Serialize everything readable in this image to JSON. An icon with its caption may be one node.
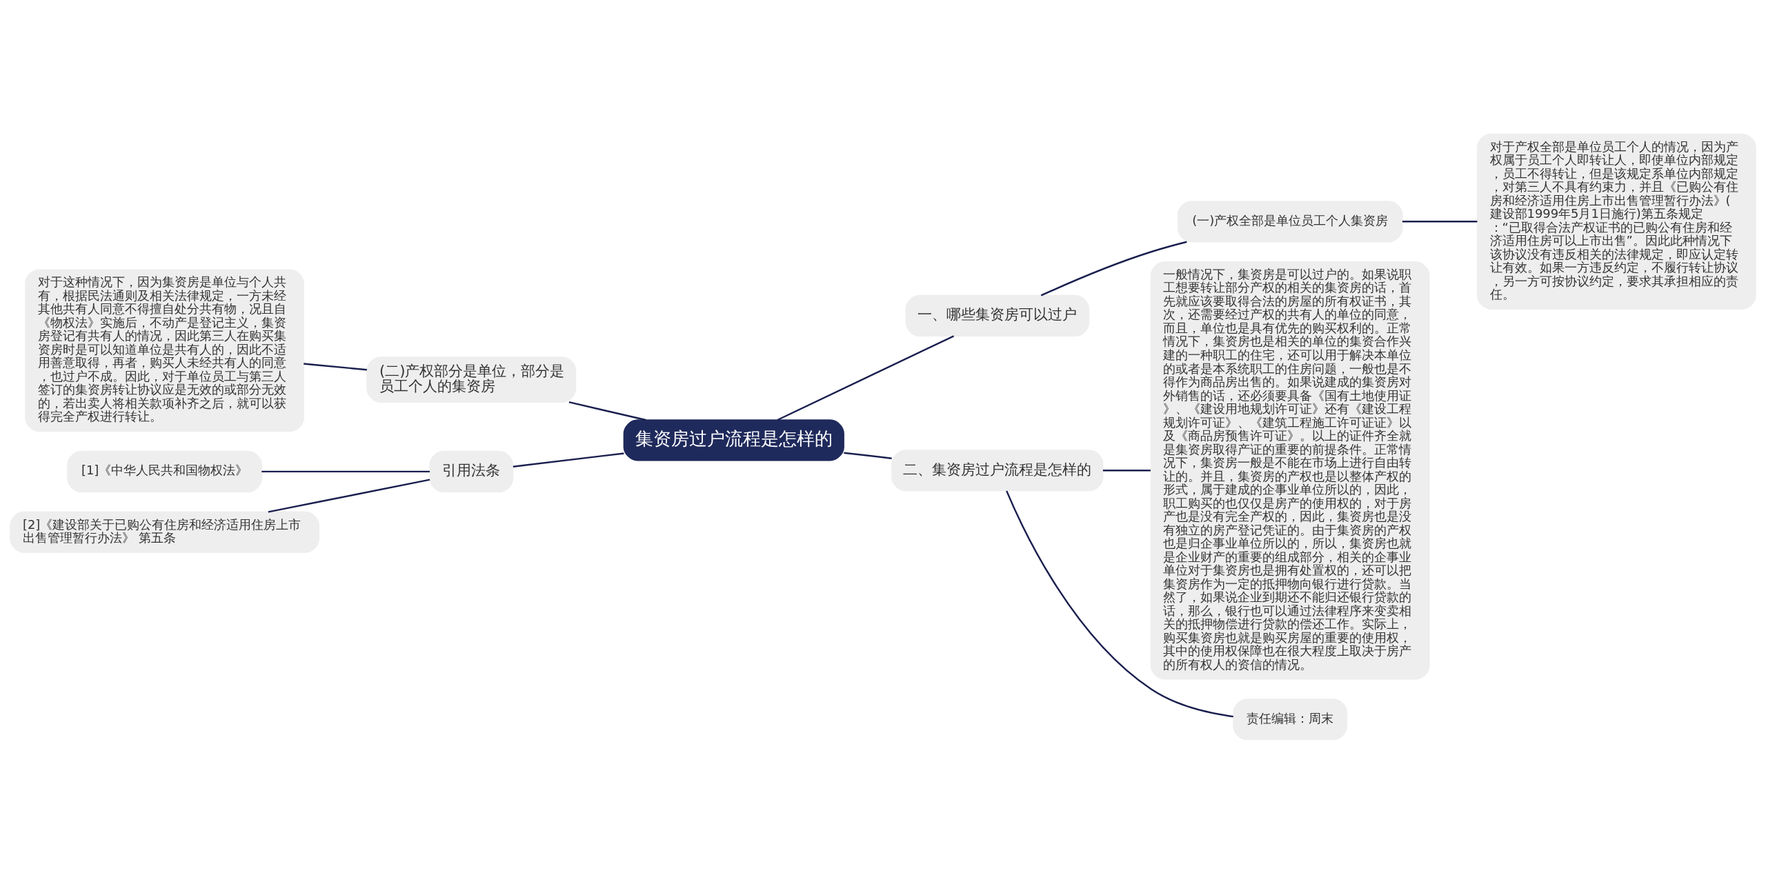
{
  "diagram": {
    "nodes": [
      {
        "text": [
          "集资房过户流程是怎样的"
        ]
      },
      {
        "text": [
          "一、哪些集资房可以过户"
        ]
      },
      {
        "text": [
          "(一)产权全部是单位员工个人集资房"
        ]
      },
      {
        "text": [
          "对于产权全部是单位员工个人的情况，因为产权属于员工个人即转让人，即使单位内部规定，员工不得转让，但是该规定系单位内部规定，对第三人不具有约束力，并且《已购公有住房和经济适用住房上市出售管理暂行办法》(建设部1999年5月1日施行)第五条规定：“已取得合法产权证书的已购公有住房和经济适用住房可以上市出售”。因此此种情况下该协议没有违反相关的法律规定，即应认定转让有效。如果一方违反约定，不履行转让协议，另一方可按协议约定，要求其承担相应的责任。"
        ]
      },
      {
        "text": [
          "二、集资房过户流程是怎样的"
        ]
      },
      {
        "text": [
          "一般情况下，集资房是可以过户的。如果说职工想要转让部分产权的相关的集资房的话，首先就应该要取得合法的房屋的所有权证书，其次，还需要经过产权的共有人的单位的同意，而且，单位也是具有优先的购买权利的。正常情况下，集资房也是相关的单位的集资合作兴建的一种职工的住宅，还可以用于解决本单位的或者是本系统职工的住房问题，一般也是不得作为商品房出售的。如果说建成的集资房对外销售的话，还必须要具备《国有土地使用证》、《建设用地规划许可证》还有《建设工程规划许可证》、《建筑工程施工许可证证》以及《商品房预售许可证》。以上的证件齐全就是集资房取得产证的重要的前提条件。正常情况下，集资房一般是不能在市场上进行自由转让的。并且，集资房的产权也是以整体产权的形式，属于建成的企事业单位所以的，因此，职工购买的也仅仅是房产的使用权的，对于房产也是没有完全产权的，因此，集资房也是没有独立的房产登记凭证的。由于集资房的产权也是归企事业单位所以的，所以，集资房也就是企业财产的重要的组成部分，相关的企事业单位对于集资房也是拥有处置权的，还可以把集资房作为一定的抵押物向银行进行贷款。当然了，如果说企业到期还不能归还银行贷款的话，那么，银行也可以通过法律程序来变卖相关的抵押物偿进行贷款的偿还工作。实际上，购买集资房也就是购买房屋的重要的使用权，其中的使用权保障也在很大程度上取决于房产的所有权人的资信的情况。"
        ]
      },
      {
        "text": [
          "责任编辑：周末"
        ]
      },
      {
        "text": [
          "(二)产权部分是单位，部分是员工个人的集资房"
        ]
      },
      {
        "text": [
          "对于这种情况下，因为集资房是单位与个人共有，根据民法通则及相关法律规定，一方未经其他共有人同意不得擅自处分共有物，况且自《物权法》实施后，不动产是登记主义，集资房登记有共有人的情况，因此第三人在购买集资房时是可以知道单位是共有人的，因此不适用善意取得，再者，购买人未经共有人的同意，也过户不成。因此，对于单位员工与第三人签订的集资房转让协议应是无效的或部分无效的，若出卖人将相关款项补齐之后，就可以获得完全产权进行转让。"
        ]
      },
      {
        "text": [
          "引用法条"
        ]
      },
      {
        "text": [
          "[1]《中华人民共和国物权法》"
        ]
      },
      {
        "text": [
          "[2]《建设部关于已购公有住房和经济适用住房上市出售管理暂行办法》 第五条"
        ]
      }
    ],
    "edges": [
      {
        "from": 0,
        "to": 1,
        "arrow": "none"
      },
      {
        "from": 1,
        "to": 2,
        "arrow": "none"
      },
      {
        "from": 2,
        "to": 3,
        "arrow": "none"
      },
      {
        "from": 0,
        "to": 4,
        "arrow": "none"
      },
      {
        "from": 4,
        "to": 5,
        "arrow": "none"
      },
      {
        "from": 4,
        "to": 6,
        "arrow": "none"
      },
      {
        "from": 0,
        "to": 7,
        "arrow": "none"
      },
      {
        "from": 7,
        "to": 8,
        "arrow": "none"
      },
      {
        "from": 0,
        "to": 9,
        "arrow": "none"
      },
      {
        "from": 9,
        "to": 10,
        "arrow": "none"
      },
      {
        "from": 9,
        "to": 11,
        "arrow": "none"
      }
    ]
  }
}
